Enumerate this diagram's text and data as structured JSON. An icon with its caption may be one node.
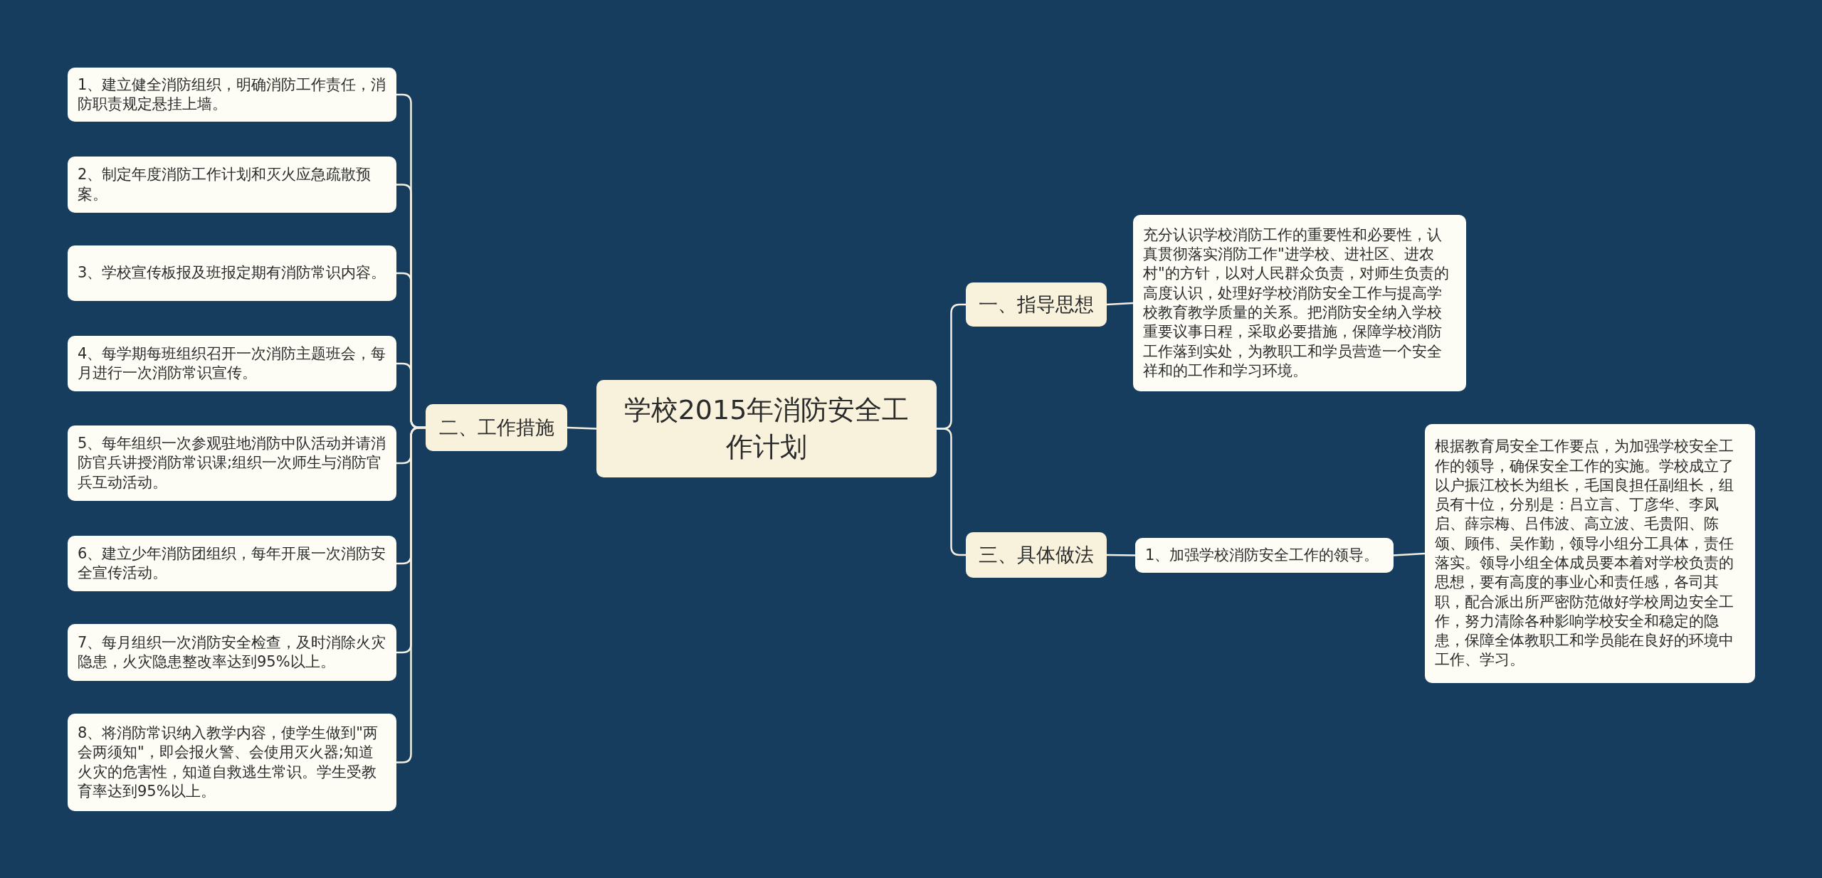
{
  "diagram": {
    "nodes": [
      {
        "text": [
          "学校2015年消防安全工作计划"
        ]
      },
      {
        "text": [
          "一、指导思想"
        ]
      },
      {
        "text": [
          "充分认识学校消防工作的重要性和必要性，认真贯彻落实消防工作\"进学校、进社区、进农村\"的方针，以对人民群众负责，对师生负责的高度认识，处理好学校消防安全工作与提高学校教育教学质量的关系。把消防安全纳入学校重要议事日程，采取必要措施，保障学校消防工作落到实处，为教职工和学员营造一个安全祥和的工作和学习环境。"
        ]
      },
      {
        "text": [
          "二、工作措施"
        ]
      },
      {
        "text": [
          "1、建立健全消防组织，明确消防工作责任，消防职责规定悬挂上墙。"
        ]
      },
      {
        "text": [
          "2、制定年度消防工作计划和灭火应急疏散预案。"
        ]
      },
      {
        "text": [
          "3、学校宣传板报及班报定期有消防常识内容。"
        ]
      },
      {
        "text": [
          "4、每学期每班组织召开一次消防主题班会，每月进行一次消防常识宣传。"
        ]
      },
      {
        "text": [
          "5、每年组织一次参观驻地消防中队活动并请消防官兵讲授消防常识课;组织一次师生与消防官兵互动活动。"
        ]
      },
      {
        "text": [
          "6、建立少年消防团组织，每年开展一次消防安全宣传活动。"
        ]
      },
      {
        "text": [
          "7、每月组织一次消防安全检查，及时消除火灾隐患，火灾隐患整改率达到95%以上。"
        ]
      },
      {
        "text": [
          "8、将消防常识纳入教学内容，使学生做到\"两会两须知\"，即会报火警、会使用灭火器;知道火灾的危害性，知道自救逃生常识。学生受教育率达到95%以上。"
        ]
      },
      {
        "text": [
          "三、具体做法"
        ]
      },
      {
        "text": [
          "1、加强学校消防安全工作的领导。"
        ]
      },
      {
        "text": [
          "根据教育局安全工作要点，为加强学校安全工作的领导，确保安全工作的实施。学校成立了以户振江校长为组长，毛国良担任副组长，组员有十位，分别是：吕立言、丁彦华、李凤启、薛宗梅、吕伟波、高立波、毛贵阳、陈颂、顾伟、吴作勤，领导小组分工具体，责任落实。领导小组全体成员要本着对学校负责的思想，要有高度的事业心和责任感，各司其职，配合派出所严密防范做好学校周边安全工作，努力清除各种影响学校安全和稳定的隐患，保障全体教职工和学员能在良好的环境中工作、学习。"
        ]
      }
    ],
    "edges": [
      {
        "from": 0,
        "to": 1,
        "arrow": "none"
      },
      {
        "from": 1,
        "to": 2,
        "arrow": "none"
      },
      {
        "from": 0,
        "to": 3,
        "arrow": "none"
      },
      {
        "from": 3,
        "to": 4,
        "arrow": "none"
      },
      {
        "from": 3,
        "to": 5,
        "arrow": "none"
      },
      {
        "from": 3,
        "to": 6,
        "arrow": "none"
      },
      {
        "from": 3,
        "to": 7,
        "arrow": "none"
      },
      {
        "from": 3,
        "to": 8,
        "arrow": "none"
      },
      {
        "from": 3,
        "to": 9,
        "arrow": "none"
      },
      {
        "from": 3,
        "to": 10,
        "arrow": "none"
      },
      {
        "from": 3,
        "to": 11,
        "arrow": "none"
      },
      {
        "from": 0,
        "to": 12,
        "arrow": "none"
      },
      {
        "from": 12,
        "to": 13,
        "arrow": "none"
      },
      {
        "from": 13,
        "to": 14,
        "arrow": "none"
      }
    ]
  }
}
